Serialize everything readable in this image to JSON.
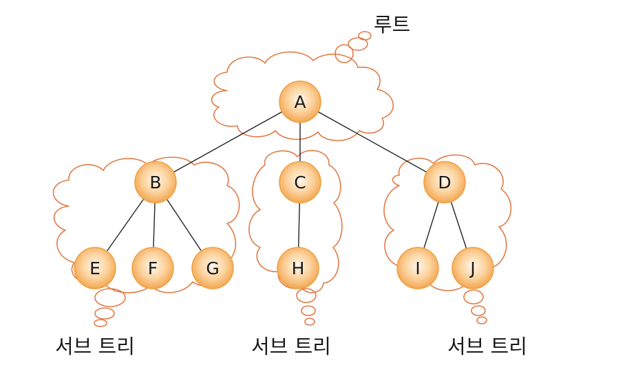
{
  "labels": {
    "root": "루트",
    "subtree_left": "서브 트리",
    "subtree_middle": "서브 트리",
    "subtree_right": "서브 트리"
  },
  "nodes": {
    "A": "A",
    "B": "B",
    "C": "C",
    "D": "D",
    "E": "E",
    "F": "F",
    "G": "G",
    "H": "H",
    "I": "I",
    "J": "J"
  },
  "edges": [
    [
      "A",
      "B"
    ],
    [
      "A",
      "C"
    ],
    [
      "A",
      "D"
    ],
    [
      "B",
      "E"
    ],
    [
      "B",
      "F"
    ],
    [
      "B",
      "G"
    ],
    [
      "C",
      "H"
    ],
    [
      "D",
      "I"
    ],
    [
      "D",
      "J"
    ]
  ],
  "colors": {
    "cloud_stroke": "#e07a45",
    "node_stroke": "#f0a040",
    "node_fill_center": "#fff4e6",
    "node_fill_edge": "#f5b060",
    "edge": "#222222",
    "text": "#1a1a1a"
  }
}
